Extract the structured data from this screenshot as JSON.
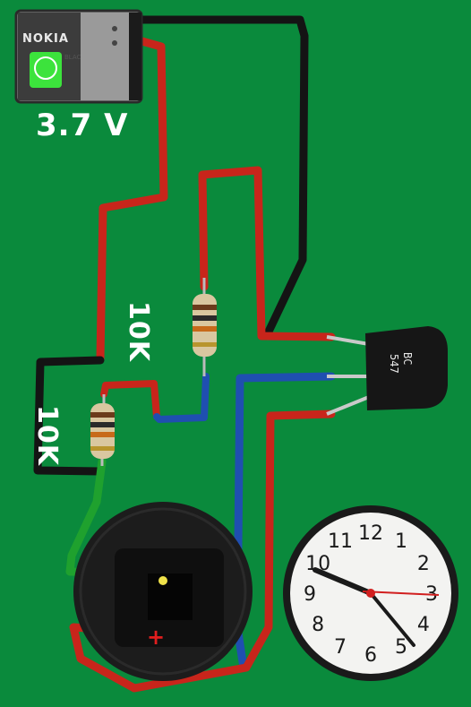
{
  "battery": {
    "brand": "NOKIA",
    "type_text": "BLAC",
    "voltage_label": "3.7 V"
  },
  "resistors": [
    {
      "label": "10K"
    },
    {
      "label": "10K"
    }
  ],
  "transistor": {
    "line1": "BC",
    "line2": "547"
  },
  "clock": {
    "numbers": [
      "12",
      "1",
      "2",
      "3",
      "4",
      "5",
      "6",
      "7",
      "8",
      "9",
      "10",
      "11"
    ]
  },
  "polarity_mark": "+",
  "colors": {
    "background": "#0a8a3c",
    "wire_red": "#c8251b",
    "wire_black": "#141414",
    "wire_blue": "#1f4fb0",
    "wire_green": "#1fa12e"
  }
}
